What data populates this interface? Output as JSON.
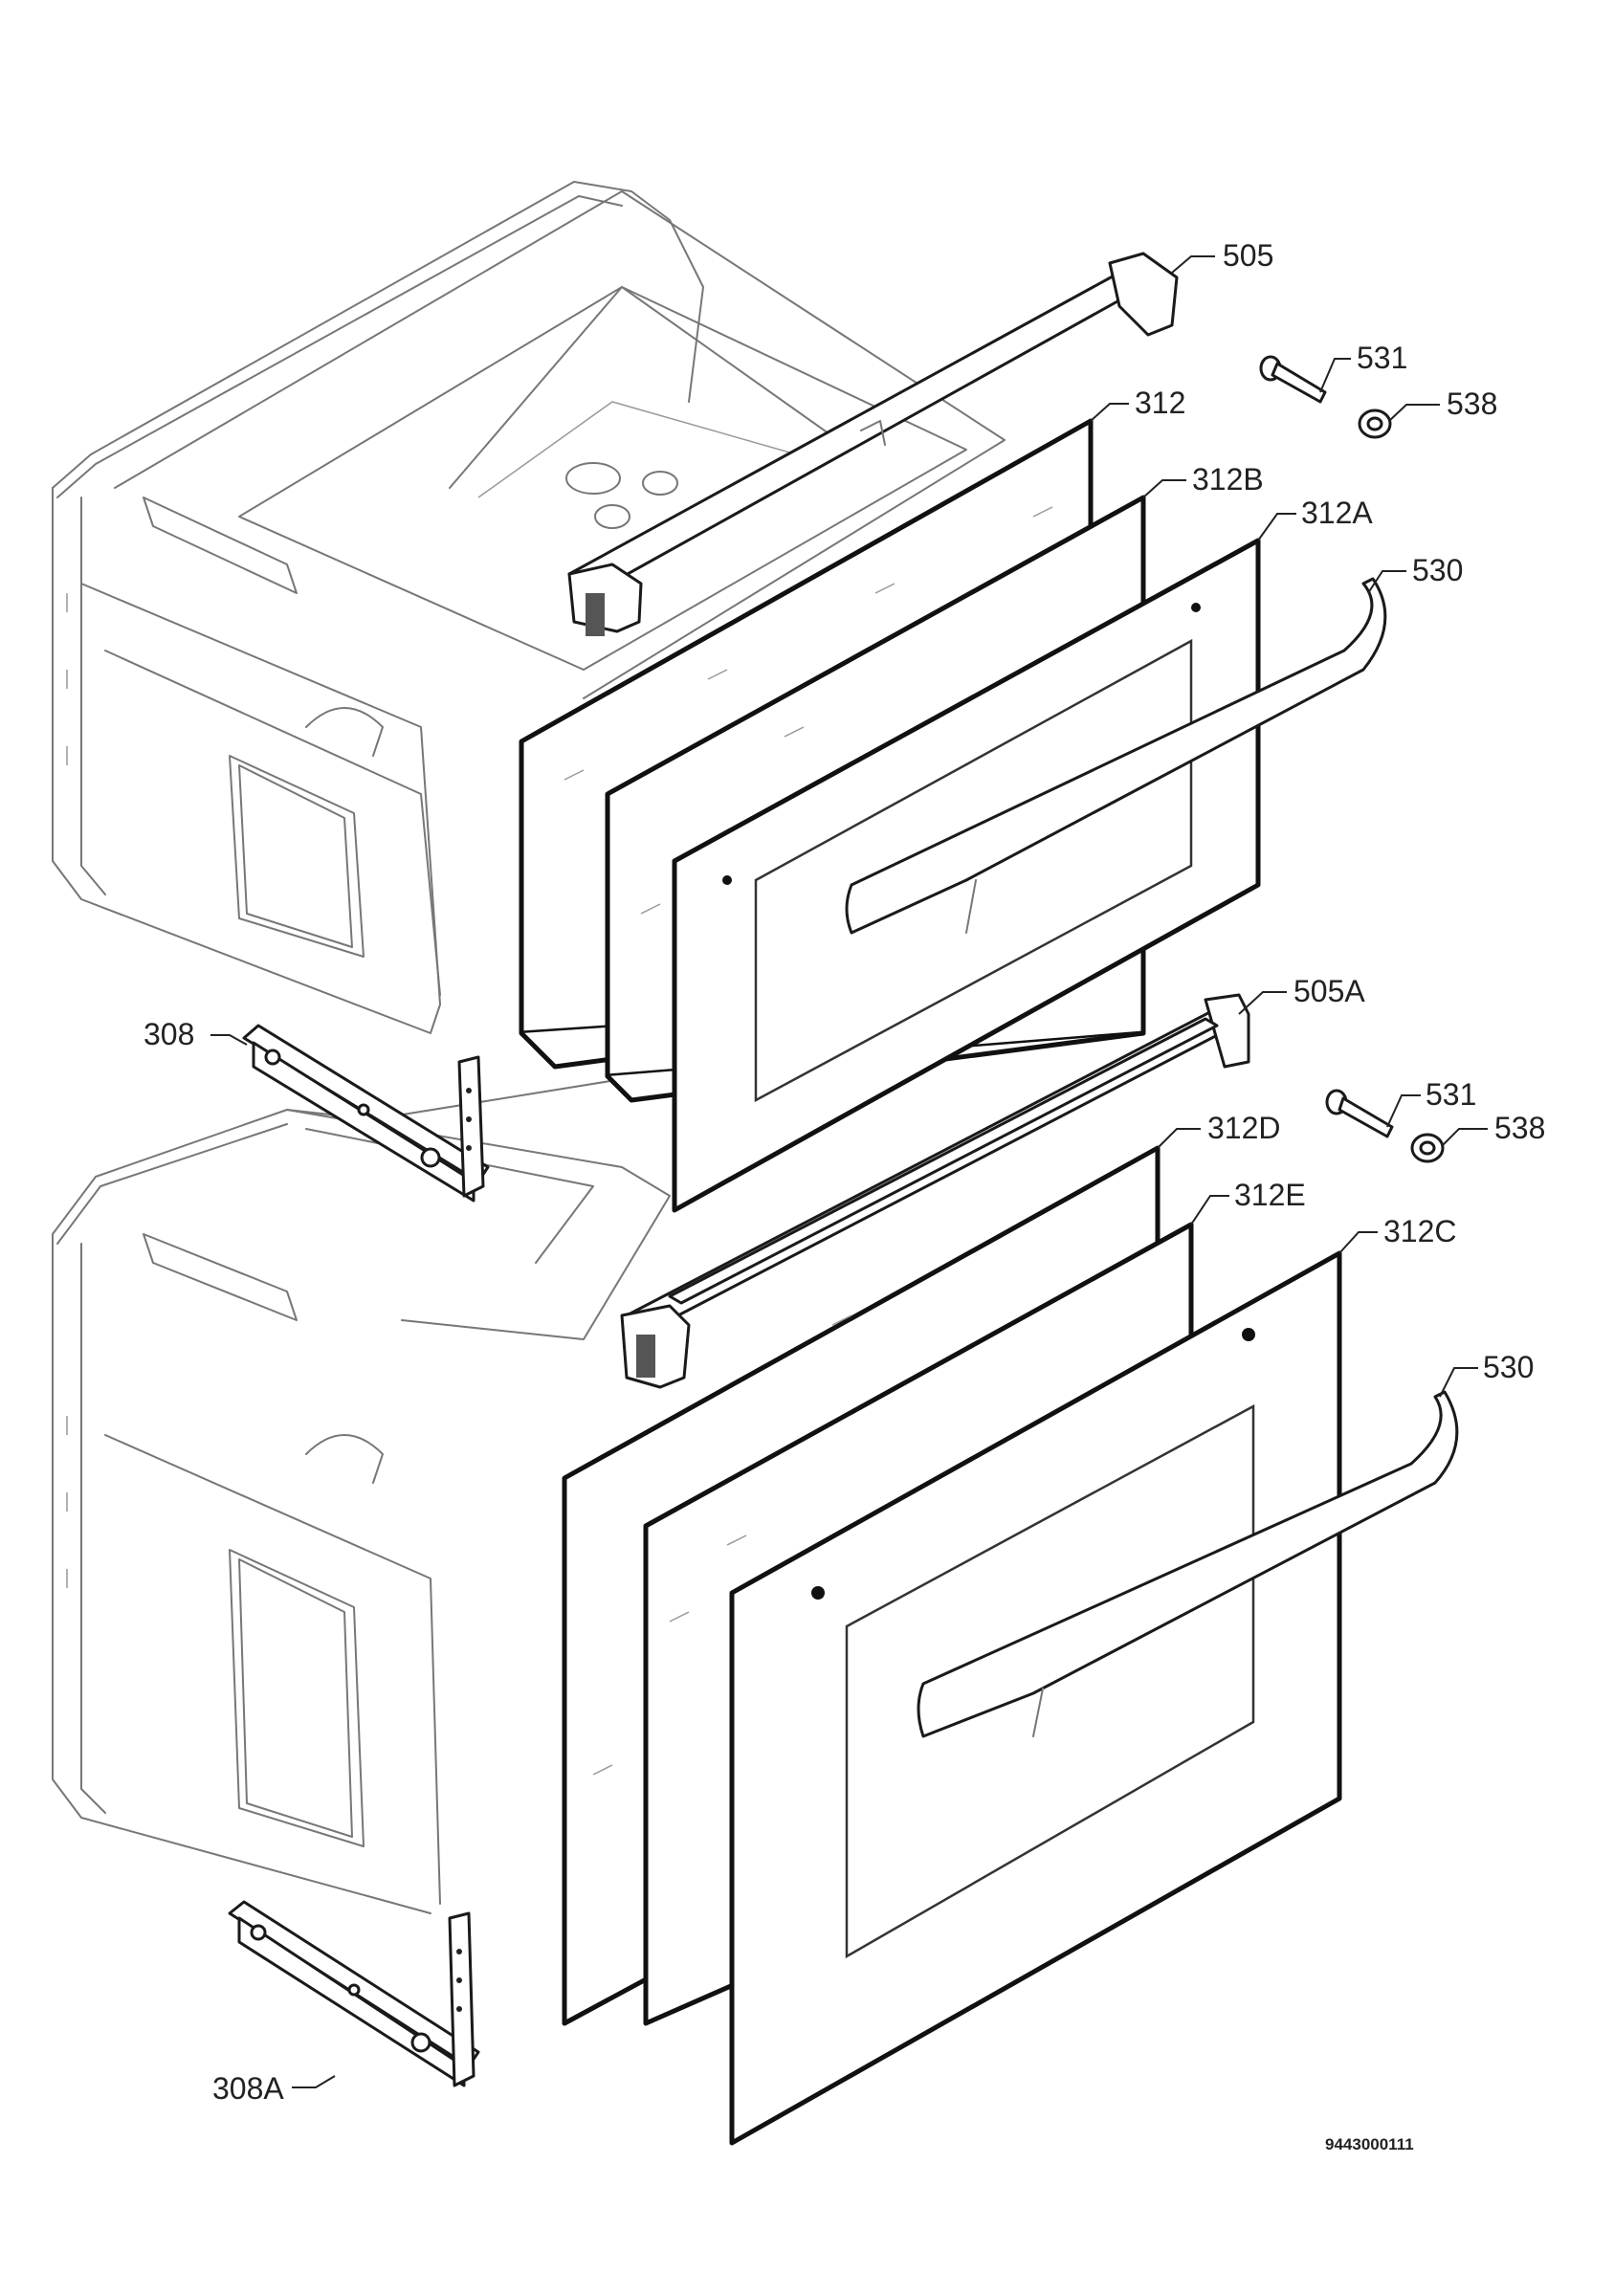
{
  "diagram": {
    "callouts": {
      "c505": "505",
      "c531_top": "531",
      "c538_top": "538",
      "c312": "312",
      "c312B": "312B",
      "c312A": "312A",
      "c530_top": "530",
      "c308": "308",
      "c505A": "505A",
      "c531_bot": "531",
      "c538_bot": "538",
      "c312D": "312D",
      "c312E": "312E",
      "c312C": "312C",
      "c530_bot": "530",
      "c308A": "308A"
    },
    "document_number": "9443000111"
  }
}
